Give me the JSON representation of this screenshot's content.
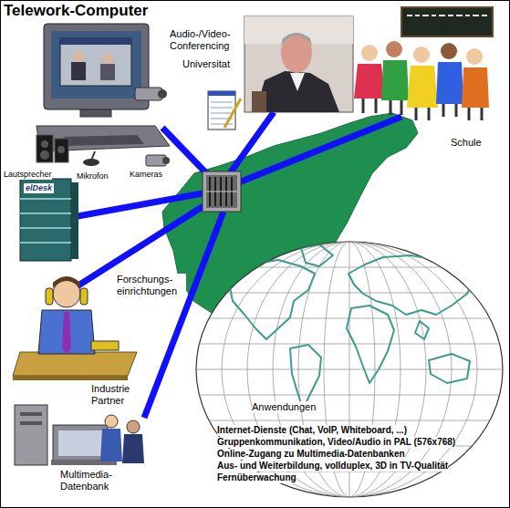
{
  "diagram": {
    "title": "Telework-Computer",
    "labels": [
      "Audio-/Video- Conferencing",
      "Universitat",
      "Schule",
      "Lautsprecher",
      "Mikrofon",
      "Kameras",
      "elDesk",
      "Forschungs- einrichtungen",
      "Industrie Partner",
      "Multimedia- Datenbank",
      "Anwendungen",
      "Internet-Dienste (Chat, VoIP, Whiteboard, ...)",
      "Gruppenkommunikation, Video/Audio in PAL (576x768)",
      "Online-Zugang zu Multimedia-Datenbanken",
      "Aus- und Weiterbildung, vollduplex, 3D in TV-Qualität",
      "Fernüberwachung"
    ]
  }
}
